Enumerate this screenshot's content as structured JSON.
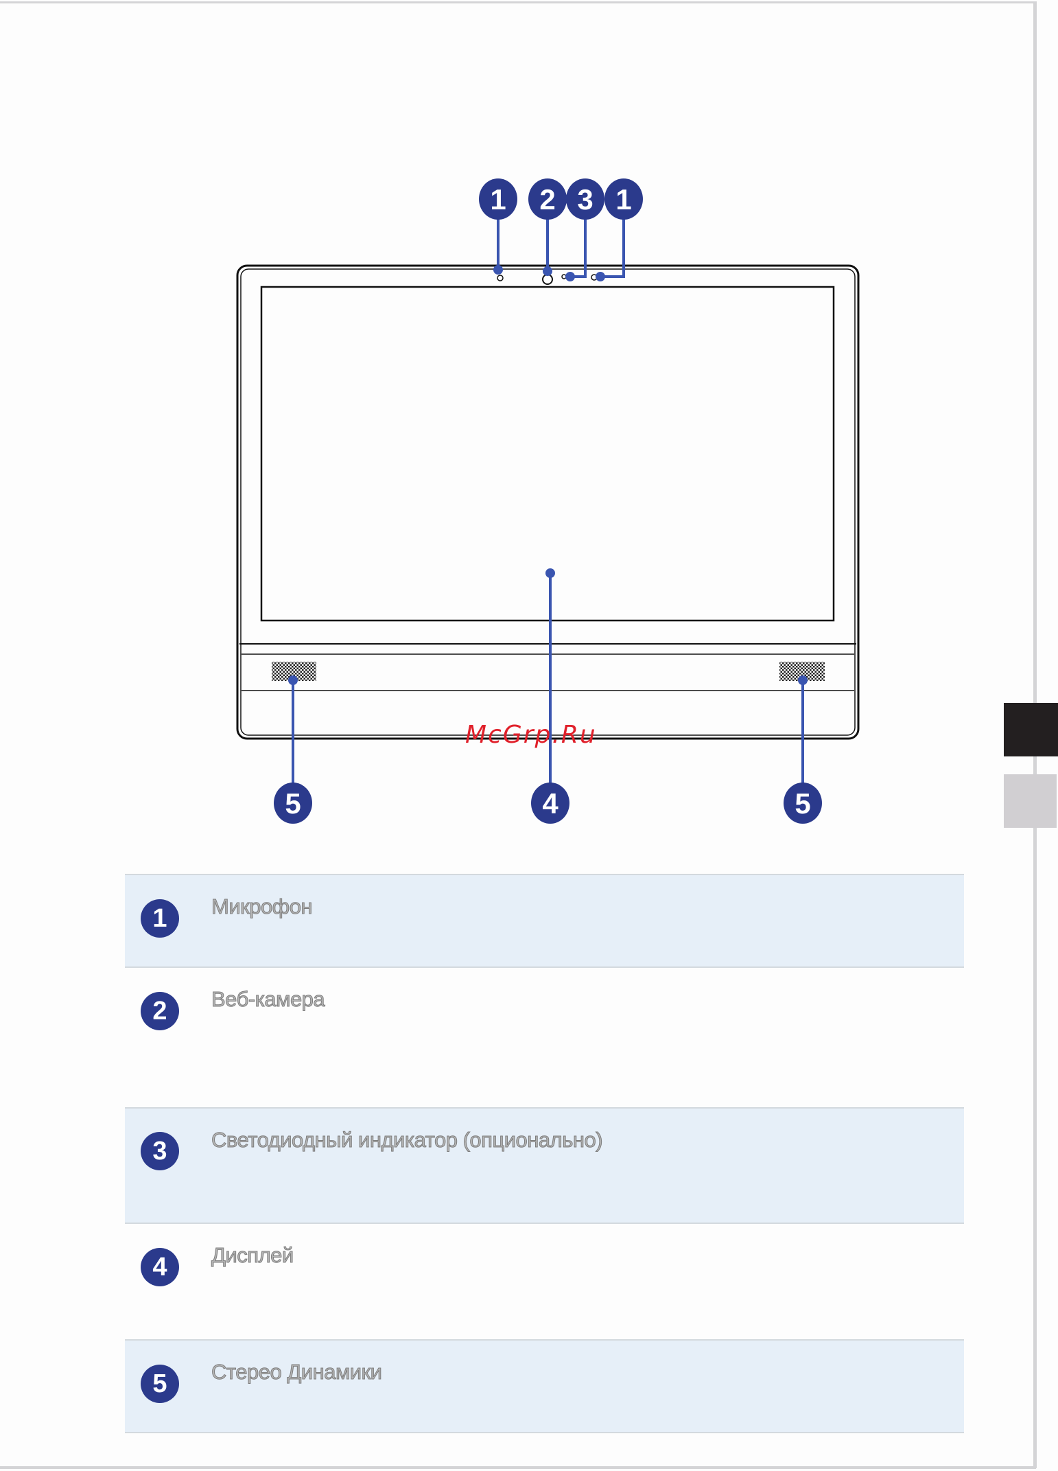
{
  "callouts": {
    "top": [
      "1",
      "2",
      "3",
      "1"
    ],
    "bottom": [
      "5",
      "4",
      "5"
    ]
  },
  "watermark": "McGrp.Ru",
  "items": [
    {
      "number": "1",
      "label": "Микрофон"
    },
    {
      "number": "2",
      "label": "Веб-камера"
    },
    {
      "number": "3",
      "label": "Светодиодный индикатор (опционально)"
    },
    {
      "number": "4",
      "label": "Дисплей"
    },
    {
      "number": "5",
      "label": "Стерео Динамики"
    }
  ],
  "colors": {
    "callout": "#2b3a8c",
    "leader": "#3a55b0",
    "row_highlight": "#e6eff8"
  }
}
